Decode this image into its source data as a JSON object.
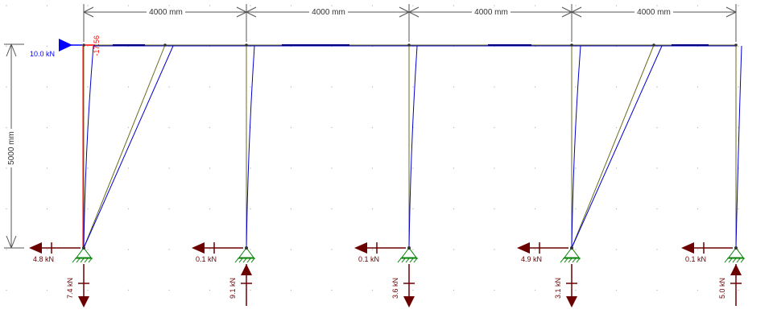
{
  "dimensions": {
    "spans": [
      "4000 mm",
      "4000 mm",
      "4000 mm",
      "4000 mm"
    ],
    "height": "5000 mm"
  },
  "applied_load": {
    "label": "10.0 kN",
    "color": "#0000ff"
  },
  "member_label": {
    "label": "-17.56",
    "color": "#ff0000"
  },
  "supports": [
    {
      "horizontal": "4.8 kN",
      "vertical": "7.4 kN",
      "vertical_dir": "down"
    },
    {
      "horizontal": "0.1 kN",
      "vertical": "9.1 kN",
      "vertical_dir": "up"
    },
    {
      "horizontal": "0.1 kN",
      "vertical": "3.6 kN",
      "vertical_dir": "down"
    },
    {
      "horizontal": "4.9 kN",
      "vertical": "3.1 kN",
      "vertical_dir": "down"
    },
    {
      "horizontal": "0.1 kN",
      "vertical": "5.0 kN",
      "vertical_dir": "up"
    }
  ],
  "colors": {
    "reaction": "#6b0000",
    "support": "#008000",
    "undeformed": "#6b6b20",
    "deformed": "#0000cc",
    "beam": "#000080",
    "dimension": "#555555",
    "grid": "#bbbbbb"
  }
}
